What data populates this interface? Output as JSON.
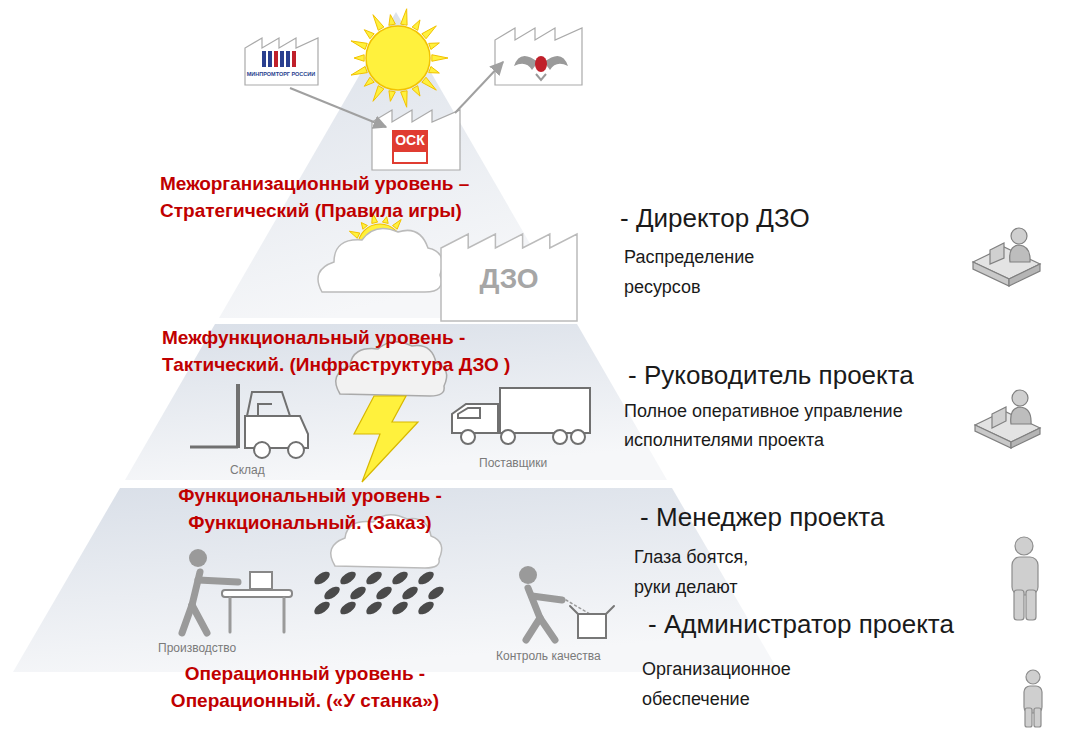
{
  "diagram": {
    "nodes": [
      {
        "text": [
          "ДЗО"
        ]
      }
    ],
    "labels": [
      "Межорганизационный уровень – Стратегический  (Правила игры)",
      "Межфункциональный уровень - Тактический.  (Инфраструктура ДЗО )",
      "Функциональный уровень - Функциональный.  (Заказ)",
      "Операционный уровень - Операционный. («У станка»)",
      "- Директор ДЗО",
      "Распределение ресурсов",
      "- Руководитель проекта",
      "Полное оперативное управление исполнителями проекта",
      "- Менеджер проекта",
      "Глаза боятся, руки делают",
      "- Администратор проекта",
      "Организационное обеспечение",
      "Склад",
      "Поставщики",
      "Производство",
      "Контроль качества",
      "МИНПРОМТОРГ РОССИИ",
      "ОСК"
    ]
  }
}
